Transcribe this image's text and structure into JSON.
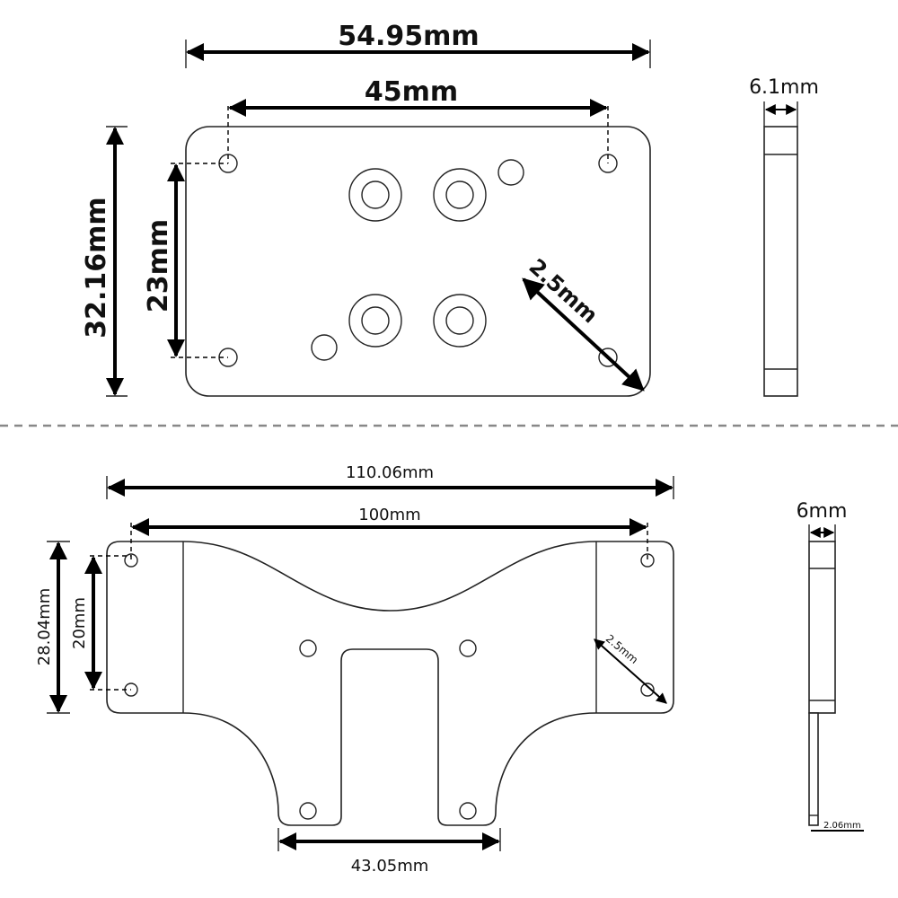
{
  "top_plate": {
    "overall_width": "54.95mm",
    "hole_spacing_x": "45mm",
    "overall_height": "32.16mm",
    "hole_spacing_y": "23mm",
    "hole_size": "2.5mm",
    "side_thickness": "6.1mm"
  },
  "bottom_plate": {
    "overall_width": "110.06mm",
    "hole_spacing_x": "100mm",
    "overall_height": "28.04mm",
    "hole_spacing_y": "20mm",
    "hole_size": "2.5mm",
    "tab_width": "43.05mm",
    "side_thickness": "6mm",
    "tab_thickness": "2.06mm"
  }
}
